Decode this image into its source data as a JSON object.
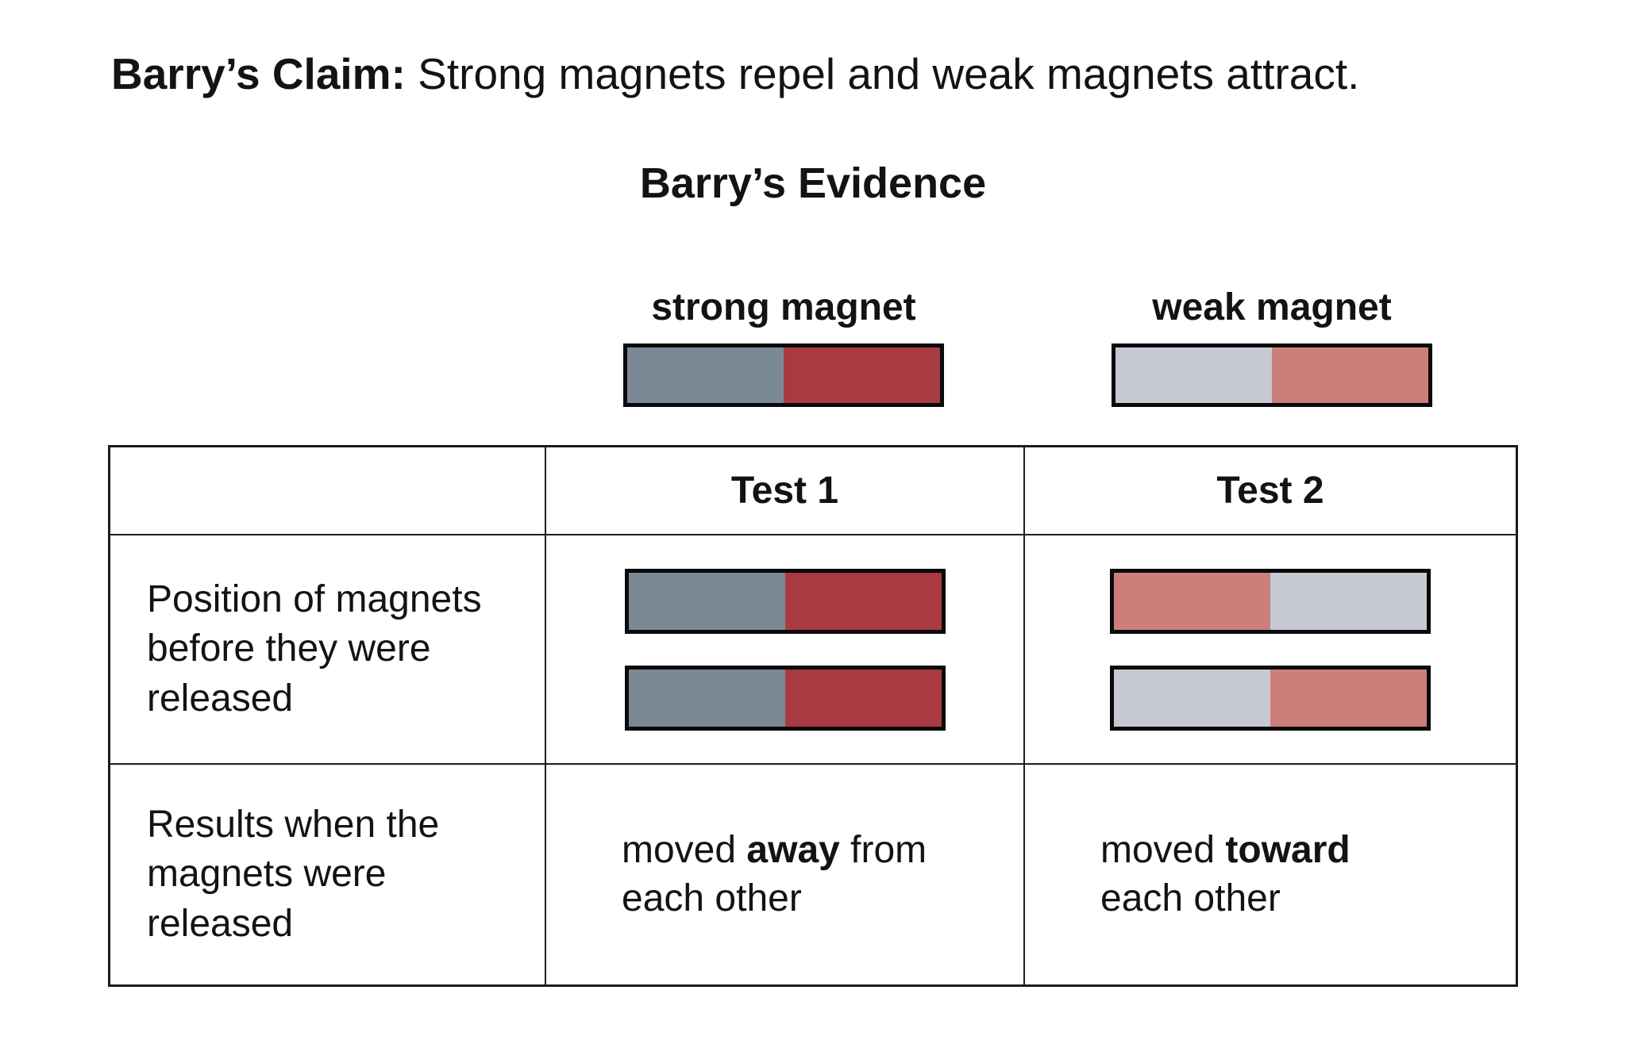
{
  "title": {
    "lead": "Barry’s Claim:",
    "rest": " Strong magnets repel and weak magnets attract."
  },
  "subtitle": "Barry’s Evidence",
  "legend": {
    "strong_label": "strong magnet",
    "weak_label": "weak magnet"
  },
  "colors": {
    "strong_pole_gray": "#7a8995",
    "strong_pole_red": "#a73b41",
    "weak_pole_gray": "#c6c8d2",
    "weak_pole_red": "#cc7f79",
    "magnet_border": "#0a0a0a",
    "table_border": "#1c1c1c",
    "text": "#131313",
    "background": "#ffffff"
  },
  "magnets": {
    "legend_strong": [
      "strong_pole_gray",
      "strong_pole_red"
    ],
    "legend_weak": [
      "weak_pole_gray",
      "weak_pole_red"
    ],
    "test1_top": [
      "strong_pole_gray",
      "strong_pole_red"
    ],
    "test1_bottom": [
      "strong_pole_gray",
      "strong_pole_red"
    ],
    "test2_top": [
      "weak_pole_red",
      "weak_pole_gray"
    ],
    "test2_bottom": [
      "weak_pole_gray",
      "weak_pole_red"
    ]
  },
  "table": {
    "header": {
      "test1": "Test 1",
      "test2": "Test 2"
    },
    "row1_label_lines": [
      "Position of magnets",
      "before they were",
      "released"
    ],
    "row2_label_lines": [
      "Results when the",
      "magnets were",
      "released"
    ],
    "results": {
      "test1": {
        "line1_pre": "moved ",
        "line1_bold": "away",
        "line1_post": " from",
        "line2": "each other"
      },
      "test2": {
        "line1_pre": "moved ",
        "line1_bold": "toward",
        "line1_post": "",
        "line2": "each other"
      }
    }
  }
}
